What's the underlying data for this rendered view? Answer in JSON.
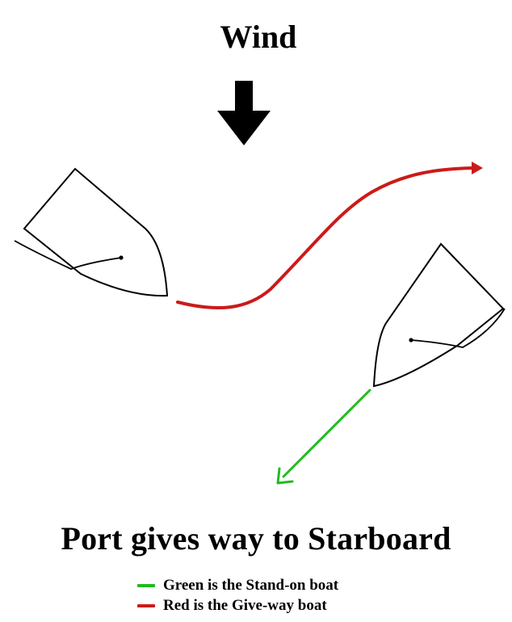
{
  "wind": {
    "label": "Wind",
    "arrow_icon": "down-arrow-icon"
  },
  "headline": "Port gives way to Starboard",
  "legend": [
    {
      "color": "#22bb22",
      "text": "Green is the Stand-on boat"
    },
    {
      "color": "#cc1a1a",
      "text": "Red is the Give-way boat"
    }
  ],
  "colors": {
    "stand_on": "#22bb22",
    "give_way": "#cc1a1a",
    "outline": "#000000"
  }
}
